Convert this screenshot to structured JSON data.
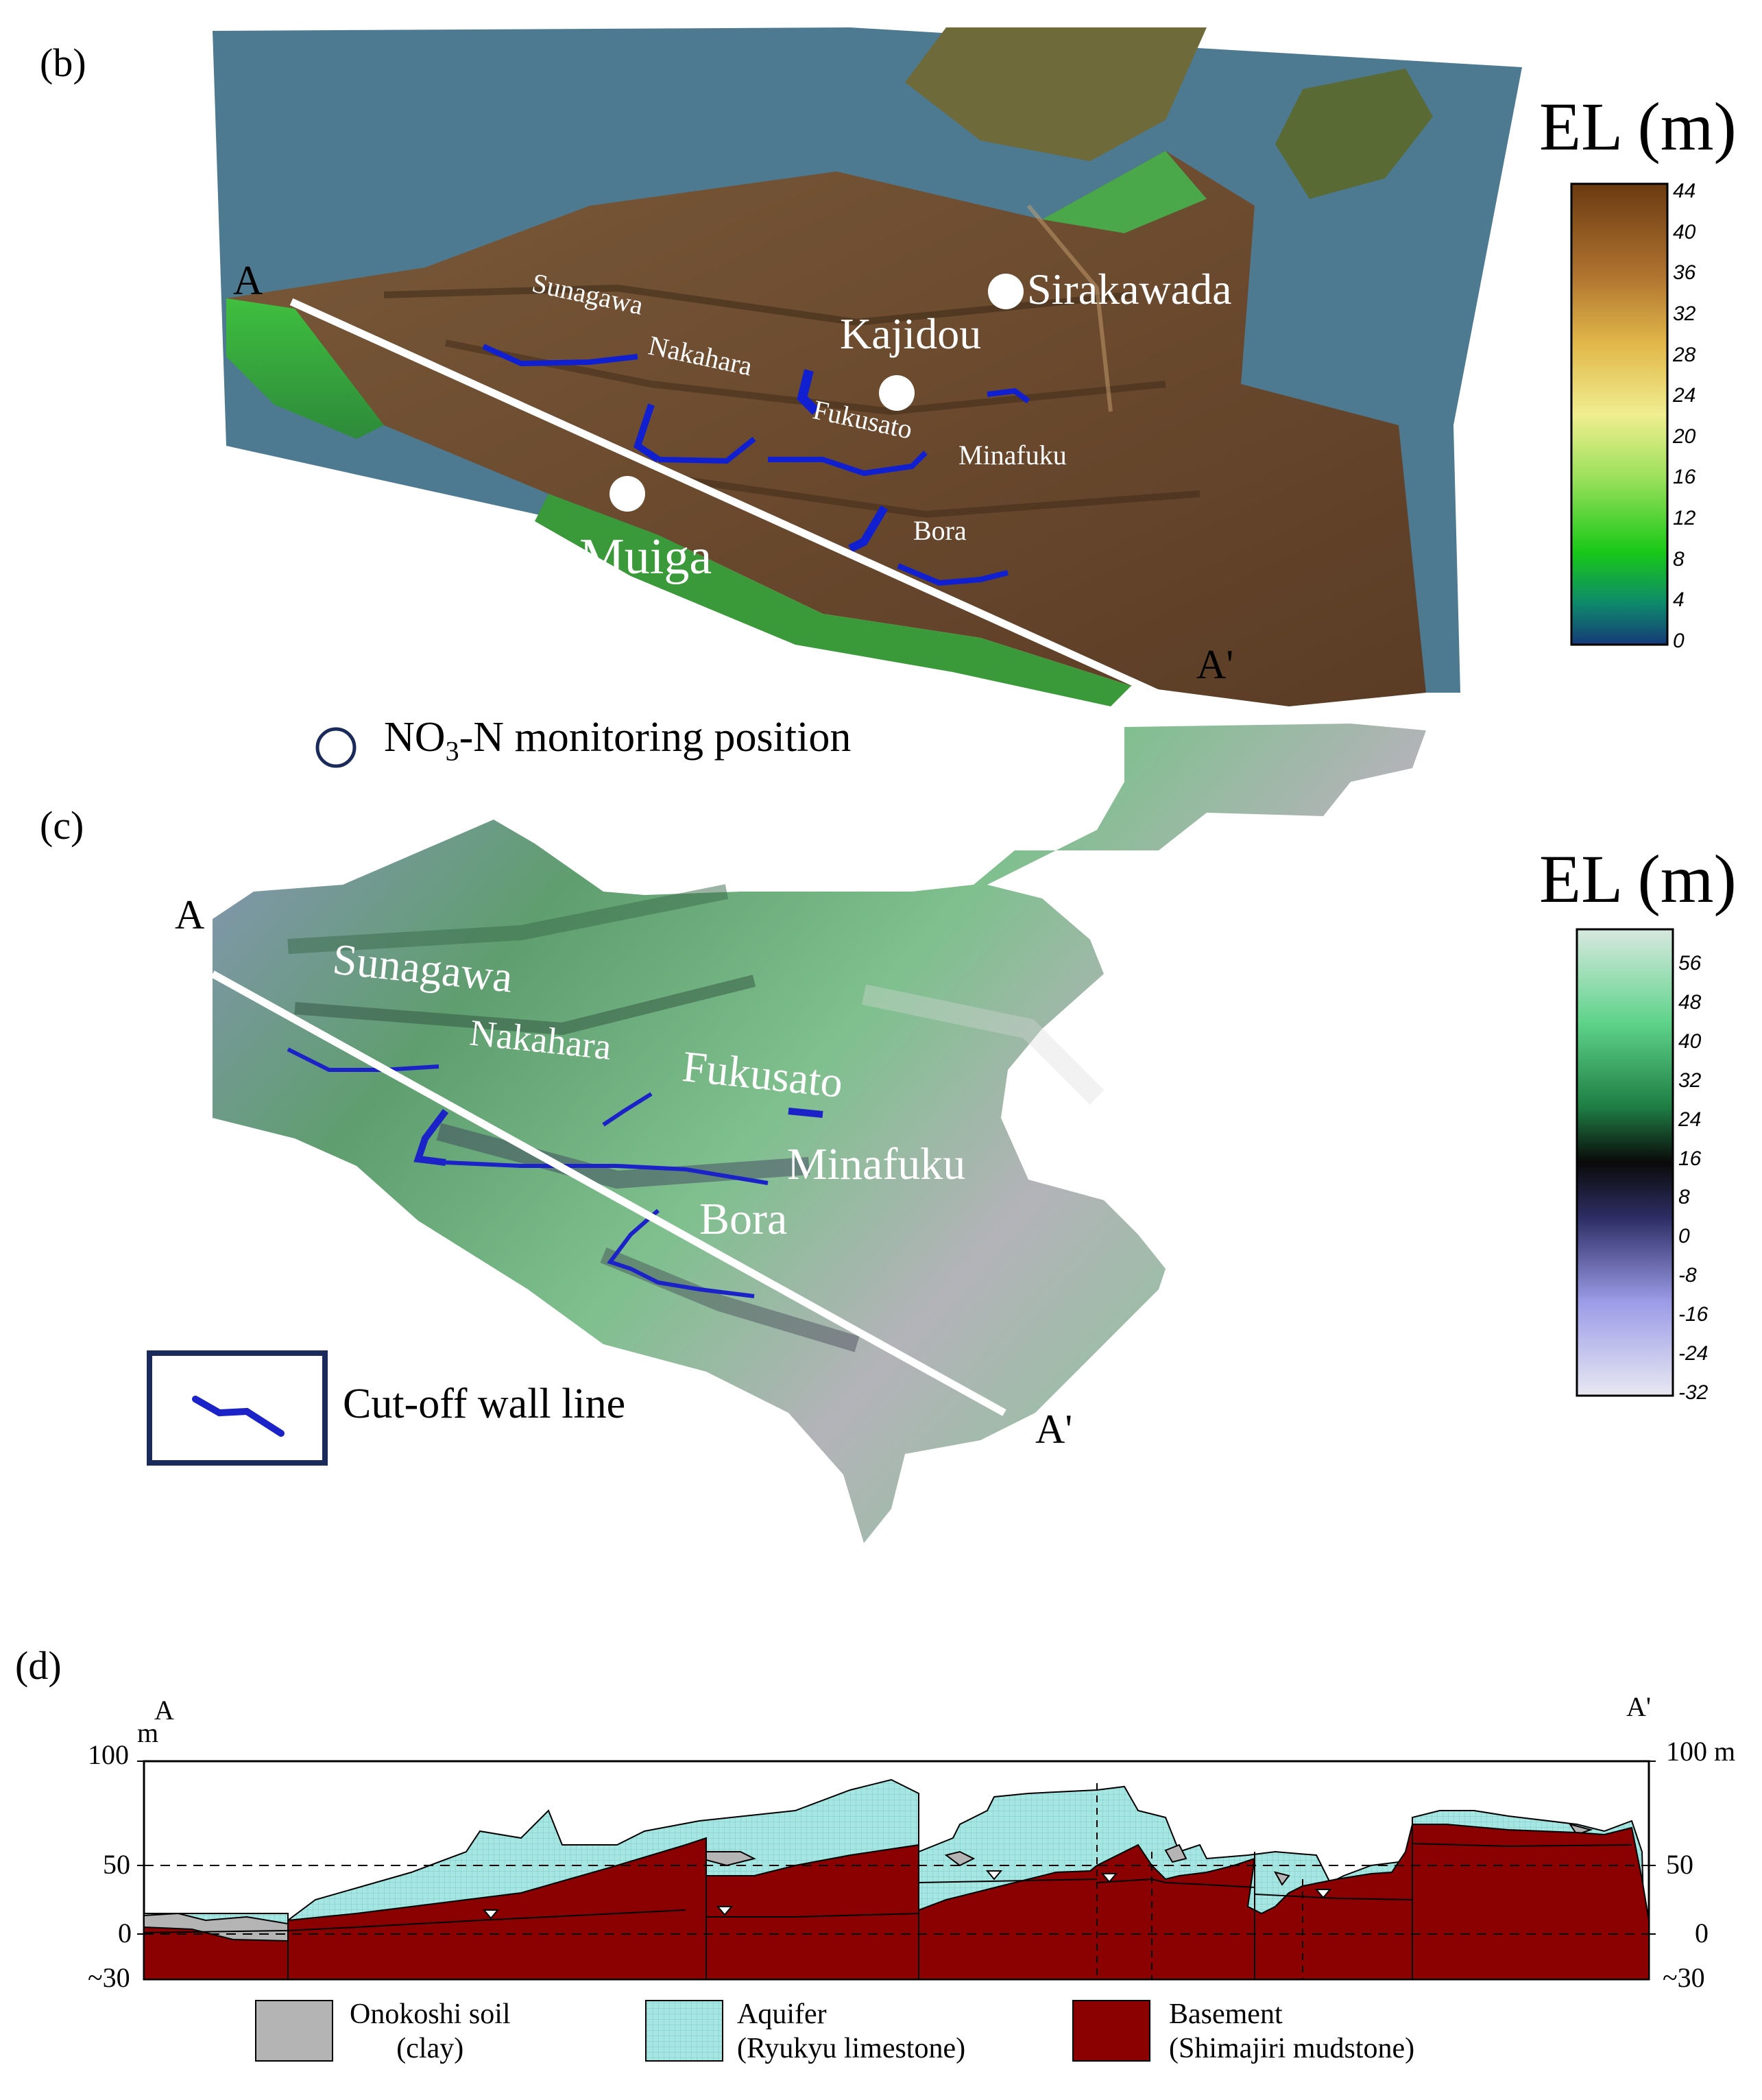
{
  "panel_b": {
    "label": "(b)",
    "colorbar_title": "EL (m)",
    "colorbar_ticks": [
      "44",
      "40",
      "36",
      "32",
      "28",
      "24",
      "20",
      "16",
      "12",
      "8",
      "4",
      "0"
    ],
    "section_start": "A",
    "section_end": "A'",
    "places": {
      "sunagawa": "Sunagawa",
      "nakahara": "Nakahara",
      "fukusato": "Fukusato",
      "minafuku": "Minafuku",
      "bora": "Bora",
      "kajidou": "Kajidou",
      "sirakawada": "Sirakawada",
      "muiga": "Muiga"
    },
    "legend_text_main": "NO",
    "legend_text_sub": "3",
    "legend_text_rest": "-N monitoring position"
  },
  "panel_c": {
    "label": "(c)",
    "colorbar_title": "EL (m)",
    "colorbar_ticks": [
      "56",
      "48",
      "40",
      "32",
      "24",
      "16",
      "8",
      "0",
      "-8",
      "-16",
      "-24",
      "-32"
    ],
    "section_start": "A",
    "section_end": "A'",
    "places": {
      "sunagawa": "Sunagawa",
      "nakahara": "Nakahara",
      "fukusato": "Fukusato",
      "minafuku": "Minafuku",
      "bora": "Bora"
    },
    "legend_text": "Cut-off wall line"
  },
  "panel_d": {
    "label": "(d)",
    "section_start": "A",
    "section_end": "A'",
    "left_axis": {
      "top": "100",
      "unit": "m",
      "ticks": [
        "50",
        "0",
        "~30"
      ]
    },
    "right_axis": {
      "top": "100 m",
      "ticks": [
        "50",
        "0",
        "~30"
      ]
    },
    "legend": {
      "clay_line1": "Onokoshi soil",
      "clay_line2": "(clay)",
      "aquifer_line1": "Aquifer",
      "aquifer_line2": "(Ryukyu limestone)",
      "basement_line1": "Basement",
      "basement_line2": "(Shimajiri mudstone)"
    },
    "colors": {
      "clay": "#b4b4b4",
      "aquifer": "#a6e6e3",
      "basement": "#8b0000"
    }
  }
}
